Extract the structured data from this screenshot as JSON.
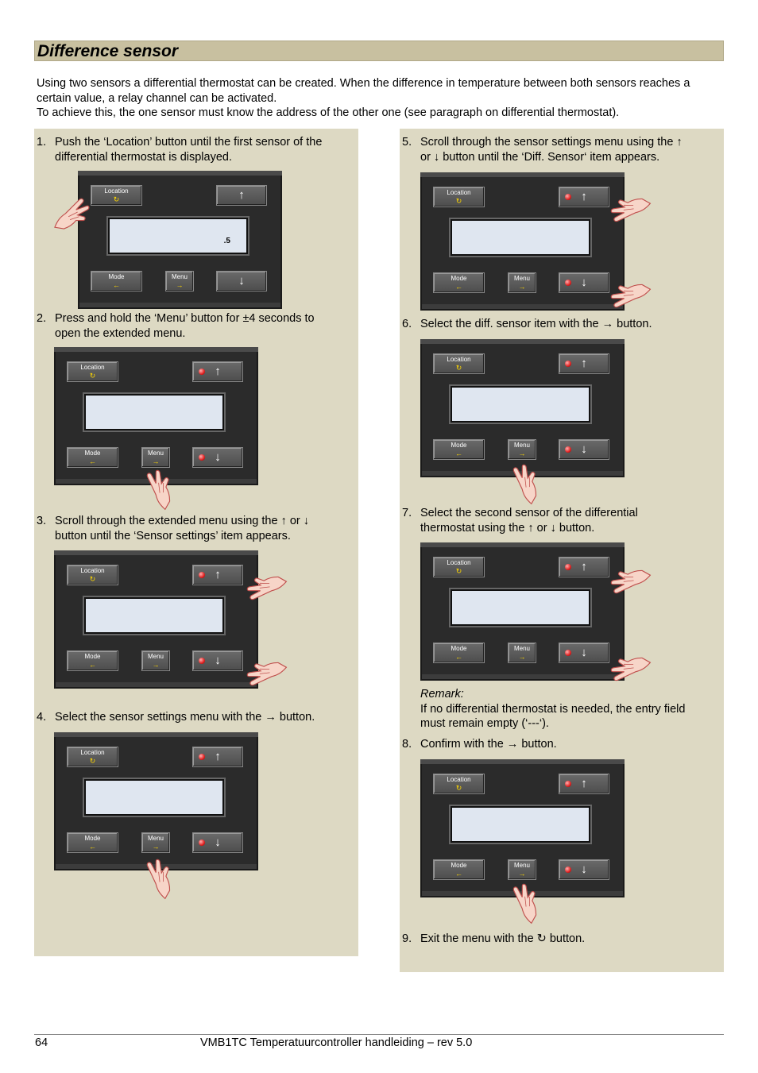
{
  "section": {
    "title": "Difference sensor"
  },
  "intro": {
    "line1": "Using two sensors a differential thermostat can be created. When the difference in temperature between both sensors reaches a certain value, a relay channel can be activated.",
    "line2": "To achieve this, the one sensor must know the address of the other one (see paragraph on differential thermostat)."
  },
  "device": {
    "location_label": "Location",
    "location_symbol": "↻",
    "mode_label": "Mode",
    "mode_symbol": "←",
    "menu_label": "Menu",
    "menu_symbol": "→",
    "up_symbol": "↑",
    "down_symbol": "↓",
    "display_icon": ".5"
  },
  "steps": [
    {
      "num": "1.",
      "line1": "Push the ‘Location’ button until the first sensor of the",
      "line2": "differential thermostat is displayed."
    },
    {
      "num": "2.",
      "line1": "Press and hold the ‘Menu’ button for ±4 seconds to",
      "line2": "open the extended menu."
    },
    {
      "num": "3.",
      "line1": "Scroll through the extended menu using the ↑ or ↓",
      "line2": "button until the ‘Sensor settings’ item appears."
    },
    {
      "num": "4.",
      "line1": "Select the sensor settings menu with the → button.",
      "line2": ""
    },
    {
      "num": "5.",
      "line1": "Scroll through the sensor settings menu using the ↑",
      "line2": "or ↓ button until the ‘Diff. Sensor‘ item appears."
    },
    {
      "num": "6.",
      "line1": "Select the diff. sensor item with the → button.",
      "line2": ""
    },
    {
      "num": "7.",
      "line1": "Select the second sensor of the differential",
      "line2": "thermostat using the ↑ or ↓ button."
    },
    {
      "num": "8.",
      "line1": "Confirm with the → button.",
      "line2": ""
    },
    {
      "num": "9.",
      "line1": "Exit the menu with the ↻ button.",
      "line2": ""
    }
  ],
  "remark": {
    "title": "Remark:",
    "line1": "If no differential thermostat is needed, the entry field",
    "line2": "must remain empty (‘---‘)."
  },
  "footer": {
    "page": "64",
    "doc_title": "VMB1TC Temperatuurcontroller handleiding – rev 5.0"
  }
}
